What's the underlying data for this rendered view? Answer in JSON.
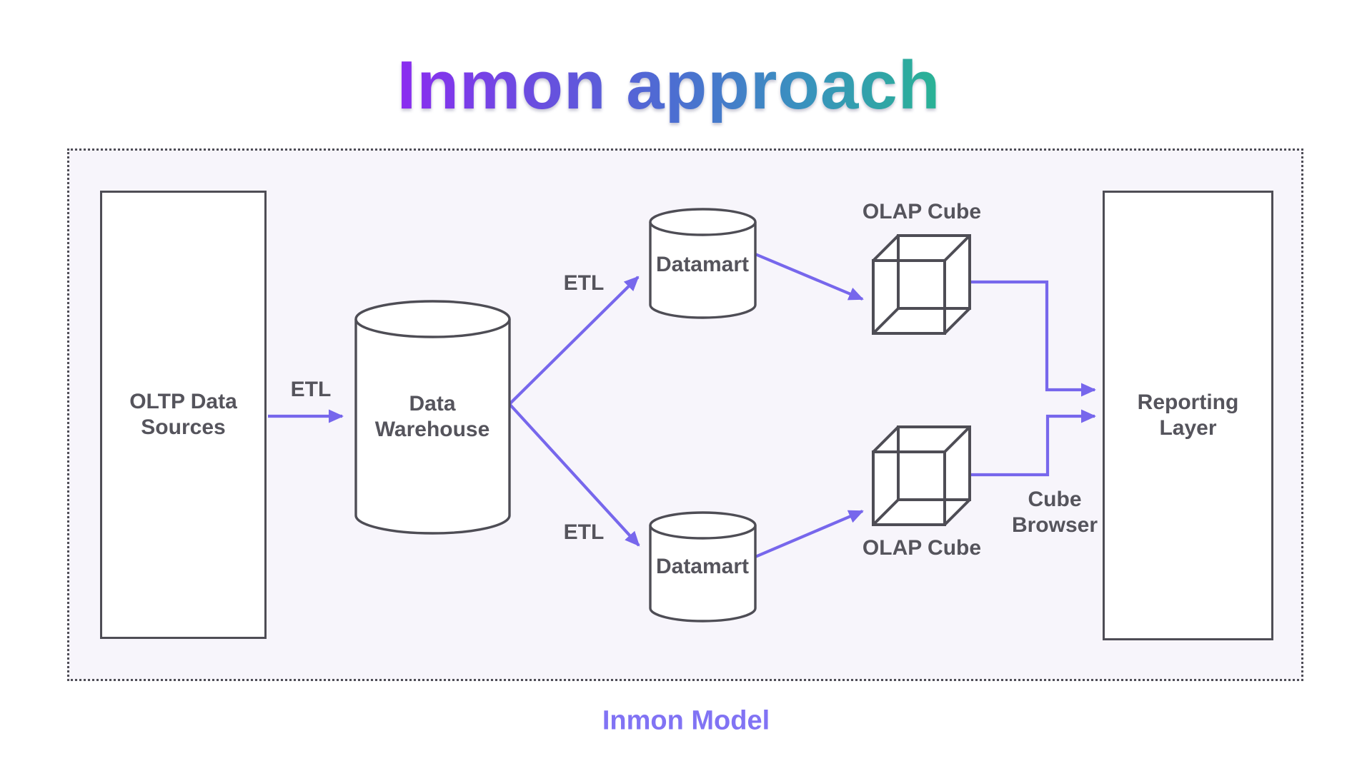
{
  "title": "Inmon approach",
  "caption": "Inmon Model",
  "diagram": {
    "nodes": {
      "oltp": "OLTP Data Sources",
      "data_warehouse": "Data Warehouse",
      "datamart_top": "Datamart",
      "datamart_bottom": "Datamart",
      "olap_cube_top": "OLAP Cube",
      "olap_cube_bottom": "OLAP Cube",
      "reporting_layer": "Reporting Layer"
    },
    "edge_labels": {
      "etl_oltp_to_dw": "ETL",
      "etl_dw_to_datamart_top": "ETL",
      "etl_dw_to_datamart_bottom": "ETL",
      "cube_browser": "Cube Browser"
    }
  },
  "colors": {
    "accent": "#7767EC",
    "caption_text": "#8173F4",
    "shape_stroke": "#4E4D55",
    "label_text": "#55545C",
    "diagram_bg": "#F7F5FB",
    "title_gradient_start": "#8B2CF0",
    "title_gradient_s2": "#6A4DE0",
    "title_gradient_mid": "#4D6DD2",
    "title_gradient_s4": "#3992BE",
    "title_gradient_end": "#29B394"
  }
}
